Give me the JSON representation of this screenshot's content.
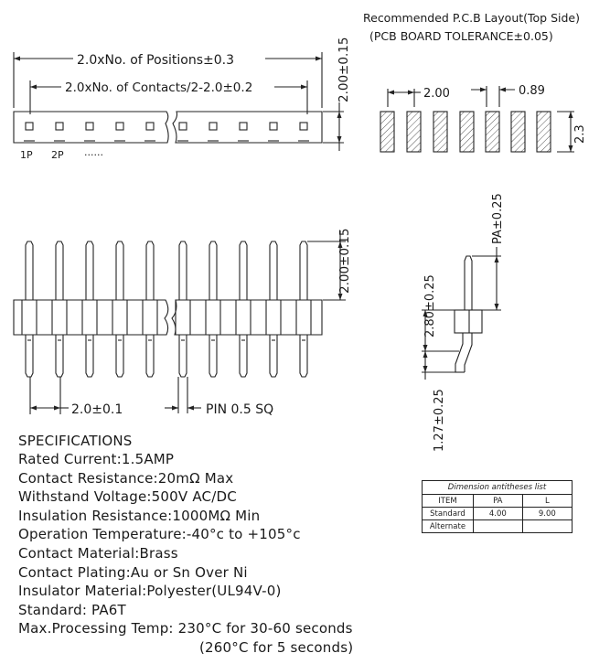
{
  "pcb": {
    "title": "Recommended P.C.B Layout(Top Side)",
    "tolerance": "(PCB BOARD TOLERANCE±0.05)",
    "pitch": "2.00",
    "pad_width": "0.89",
    "pad_height": "2.3"
  },
  "top_view": {
    "positions_dim": "2.0xNo. of Positions±0.3",
    "contacts_dim": "2.0xNo. of Contacts/2-2.0±0.2",
    "height_dim": "2.00±0.15",
    "label_1p": "1P",
    "label_2p": "2P",
    "ellipsis": "......"
  },
  "front_view": {
    "height_dim": "2.00±0.15",
    "pitch_dim": "2.0±0.1",
    "pin_label": "PIN 0.5 SQ"
  },
  "side_view": {
    "pa_dim": "PA±0.25",
    "body_dim": "2.80±0.25",
    "tail_dim": "1.27±0.25"
  },
  "specs": {
    "title": "SPECIFICATIONS",
    "lines": [
      "Rated Current:1.5AMP",
      "Contact Resistance:20mΩ Max",
      "Withstand Voltage:500V AC/DC",
      "Insulation Resistance:1000MΩ Min",
      "Operation Temperature:-40°c to +105°c",
      "Contact Material:Brass",
      "Contact Plating:Au or Sn Over Ni",
      "Insulator Material:Polyester(UL94V-0)",
      "Standard:   PA6T",
      "Max.Processing Temp: 230°C for 30-60 seconds"
    ],
    "continuation": "(260°C for 5 seconds)"
  },
  "dimension_table": {
    "caption": "Dimension antitheses list",
    "headers": [
      "ITEM",
      "PA",
      "L"
    ],
    "rows": [
      [
        "Standard",
        "4.00",
        "9.00"
      ],
      [
        "Alternate",
        "",
        ""
      ]
    ]
  }
}
